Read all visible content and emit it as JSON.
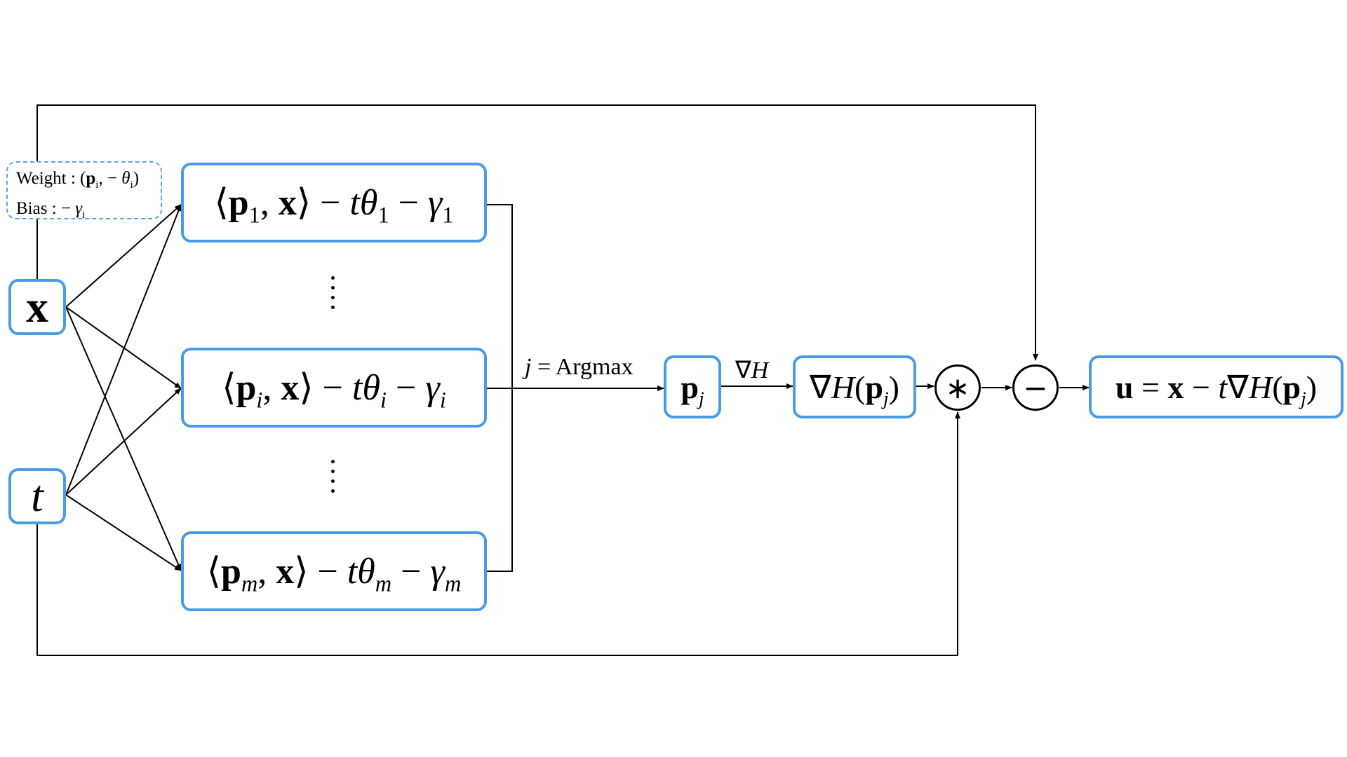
{
  "note": {
    "weight_label": "Weight :",
    "bias_label": "Bias :"
  },
  "inputs": {
    "x": "x",
    "t": "t"
  },
  "rows": [
    {
      "sub": "1"
    },
    {
      "sub": "i"
    },
    {
      "sub": "m"
    }
  ],
  "argmax_label": "j = Argmax",
  "pj": {
    "base": "p",
    "sub": "j"
  },
  "grad_label": "∇H",
  "grad_box": {
    "text": "∇H(",
    "p": "p",
    "sub": "j",
    "close": ")"
  },
  "ops": {
    "multiply": "∗",
    "minus": "−"
  },
  "output": {
    "u": "u",
    "eq": " = ",
    "x": "x",
    "rest": " − t∇H(",
    "p": "p",
    "sub": "j",
    "close": ")"
  },
  "colors": {
    "box_border": "#4a9be6",
    "line": "#000000"
  }
}
